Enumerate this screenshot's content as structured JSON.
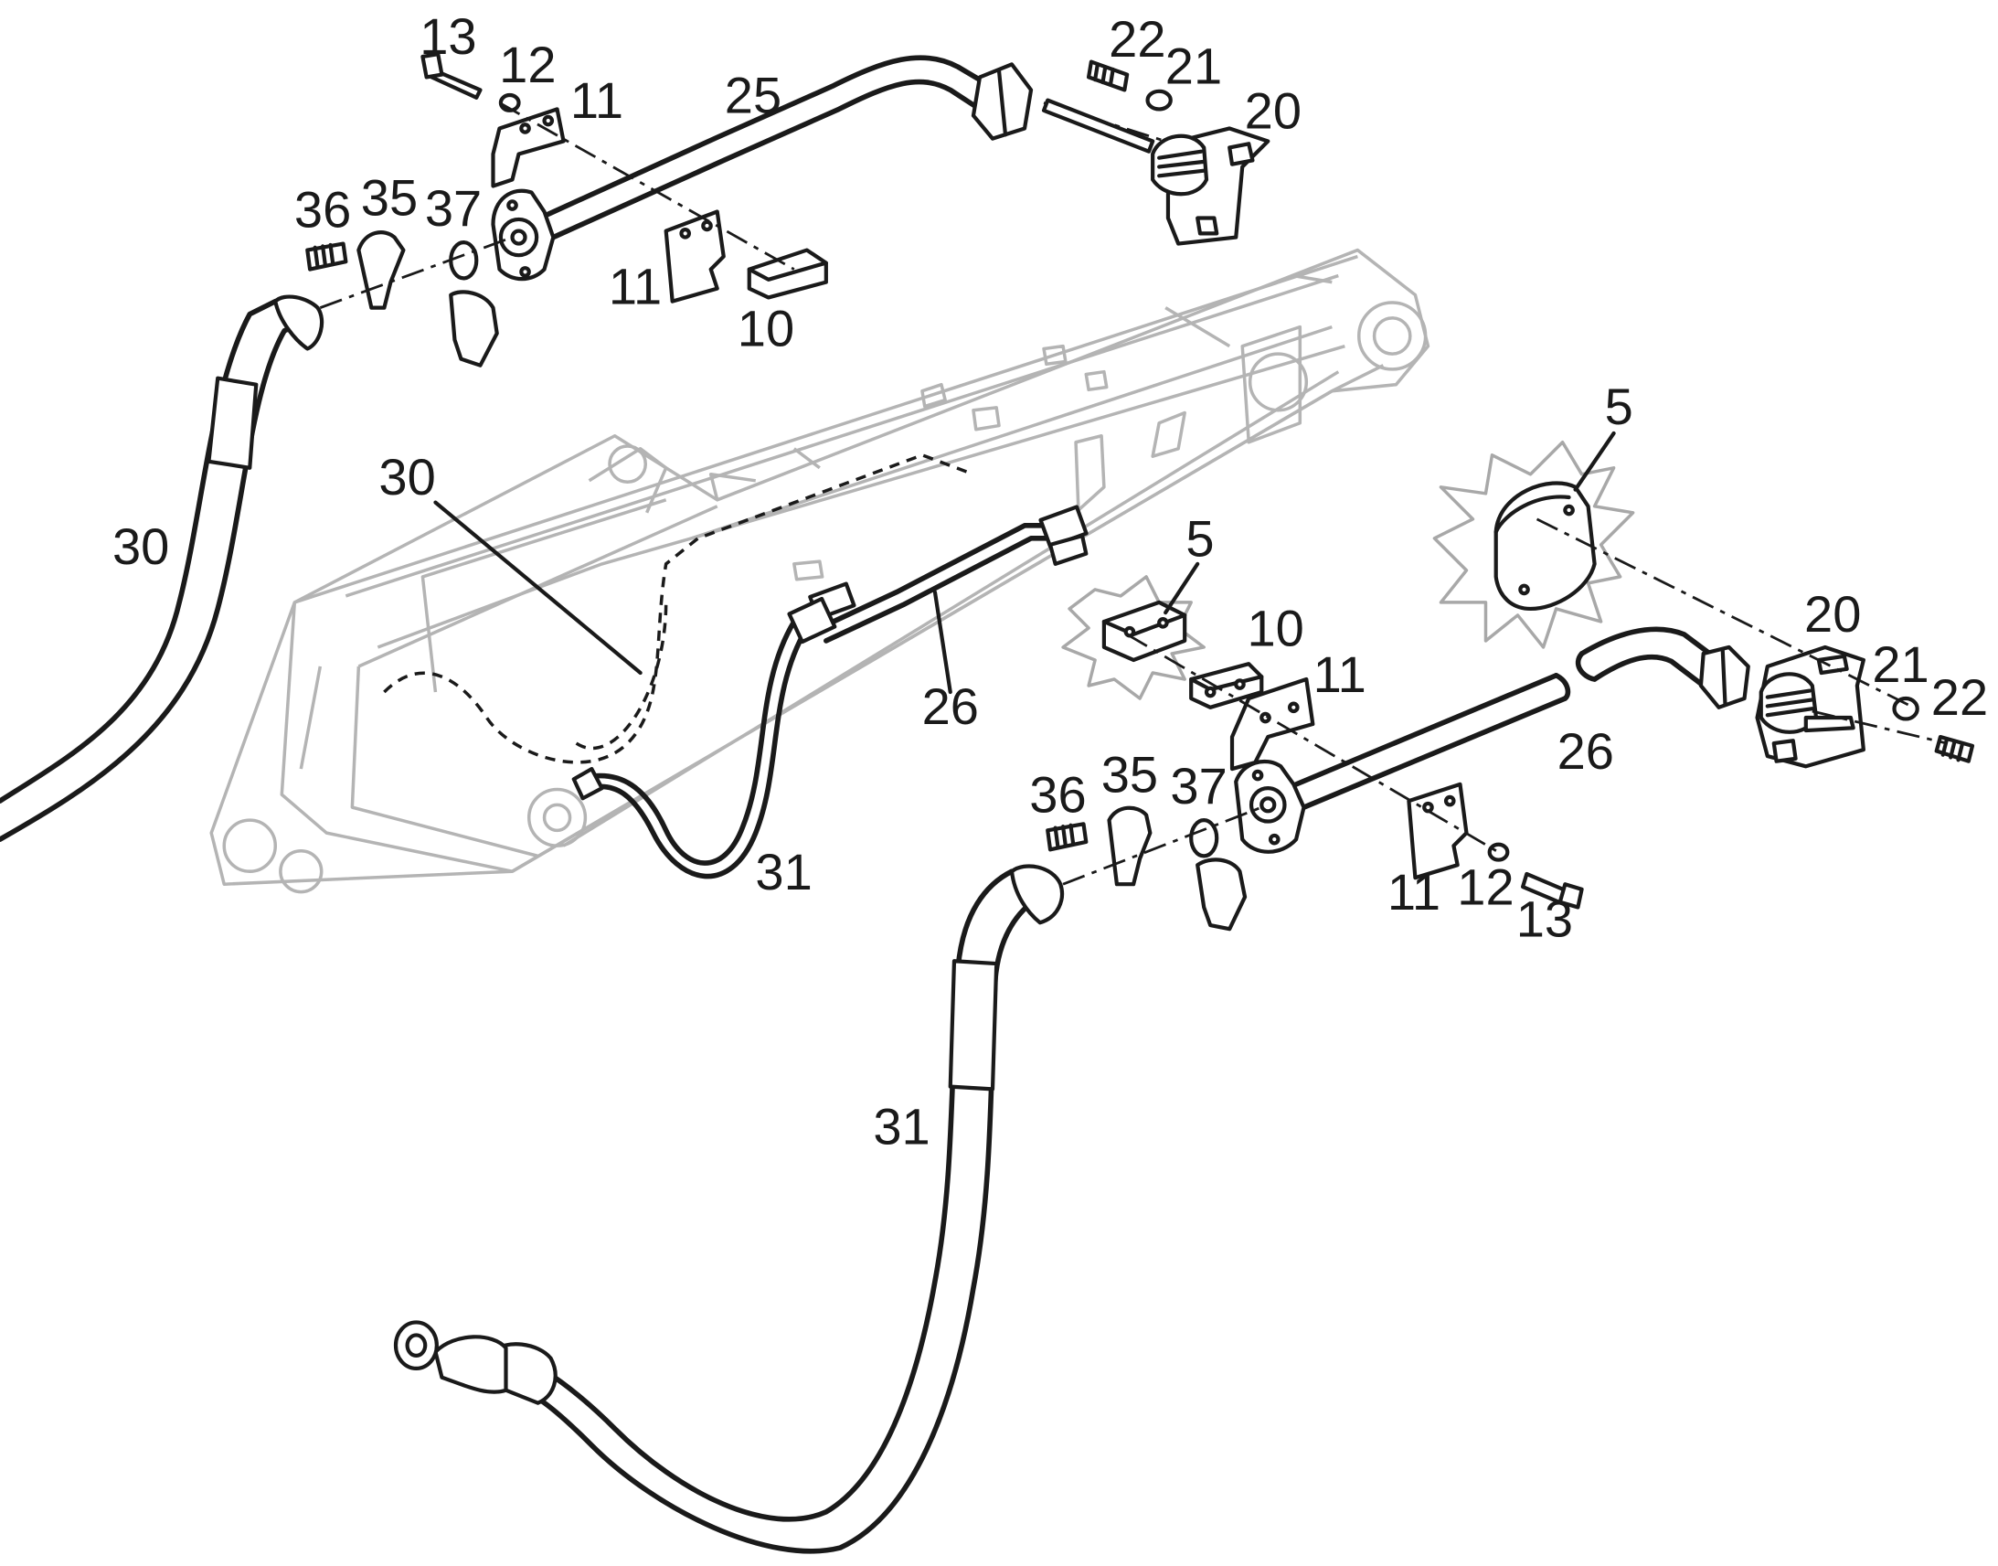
{
  "diagram": {
    "callouts": [
      {
        "id": "c-13-top",
        "text": "13"
      },
      {
        "id": "c-12-top",
        "text": "12"
      },
      {
        "id": "c-11-top",
        "text": "11"
      },
      {
        "id": "c-25",
        "text": "25"
      },
      {
        "id": "c-22-top",
        "text": "22"
      },
      {
        "id": "c-21-top",
        "text": "21"
      },
      {
        "id": "c-20-top",
        "text": "20"
      },
      {
        "id": "c-36-top",
        "text": "36"
      },
      {
        "id": "c-35-top",
        "text": "35"
      },
      {
        "id": "c-37-top",
        "text": "37"
      },
      {
        "id": "c-11-mid",
        "text": "11"
      },
      {
        "id": "c-10-top",
        "text": "10"
      },
      {
        "id": "c-30-left",
        "text": "30"
      },
      {
        "id": "c-30-boom",
        "text": "30"
      },
      {
        "id": "c-5-right",
        "text": "5"
      },
      {
        "id": "c-5-mid",
        "text": "5"
      },
      {
        "id": "c-10-bottom",
        "text": "10"
      },
      {
        "id": "c-11-right",
        "text": "11"
      },
      {
        "id": "c-26-boom",
        "text": "26"
      },
      {
        "id": "c-20-bottom",
        "text": "20"
      },
      {
        "id": "c-21-bottom",
        "text": "21"
      },
      {
        "id": "c-22-bottom",
        "text": "22"
      },
      {
        "id": "c-26-right",
        "text": "26"
      },
      {
        "id": "c-36-bottom",
        "text": "36"
      },
      {
        "id": "c-35-bottom",
        "text": "35"
      },
      {
        "id": "c-37-bottom",
        "text": "37"
      },
      {
        "id": "c-31-boom",
        "text": "31"
      },
      {
        "id": "c-11-bottom",
        "text": "11"
      },
      {
        "id": "c-12-bottom",
        "text": "12"
      },
      {
        "id": "c-13-bottom",
        "text": "13"
      },
      {
        "id": "c-31-bottom",
        "text": "31"
      }
    ]
  }
}
